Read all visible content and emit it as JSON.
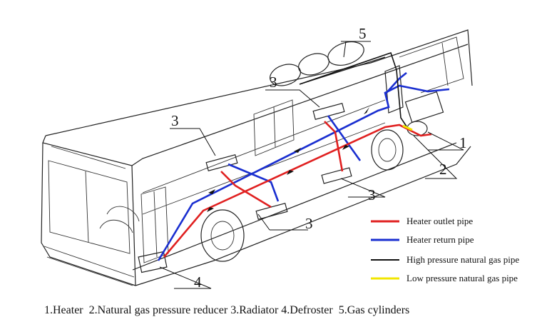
{
  "callouts": {
    "heater": "1",
    "reducer": "2",
    "radiator": "3",
    "defroster": "4",
    "cylinders": "5"
  },
  "legend": [
    {
      "label": "Heater outlet pipe",
      "color": "#e02020"
    },
    {
      "label": "Heater return pipe",
      "color": "#1a2fd0"
    },
    {
      "label": "High pressure natural gas pipe",
      "color": "#111111"
    },
    {
      "label": "Low pressure natural gas pipe",
      "color": "#f2e600"
    }
  ],
  "caption": "1.Heater  2.Natural gas pressure reducer 3.Radiator 4.Defroster  5.Gas cylinders"
}
